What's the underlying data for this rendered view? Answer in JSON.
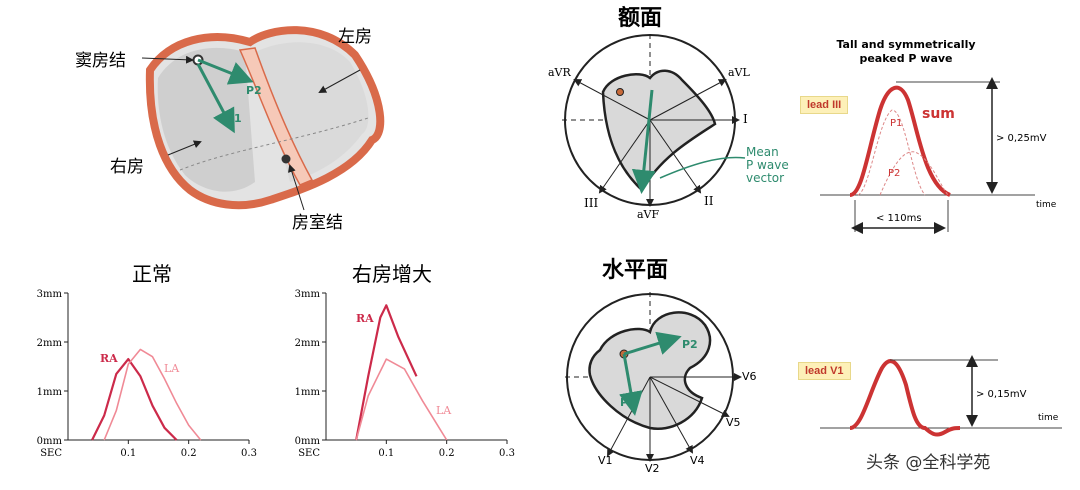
{
  "heart": {
    "sa_node": "窦房结",
    "left_atrium": "左房",
    "right_atrium": "右房",
    "av_node": "房室结",
    "p1": "P1",
    "p2": "P2"
  },
  "frontal": {
    "title": "额面",
    "axes": {
      "avr": "aVR",
      "avl": "aVL",
      "i": "I",
      "ii": "II",
      "iii": "III",
      "avf": "aVF"
    },
    "mean_vector_label": [
      "Mean",
      "P wave",
      "vector"
    ]
  },
  "horizontal": {
    "title": "水平面",
    "axes": {
      "v1": "V1",
      "v2": "V2",
      "v4": "V4",
      "v5": "V5",
      "v6": "V6"
    },
    "p1": "P1",
    "p2": "P2"
  },
  "lead3": {
    "title_line1": "Tall and symmetrically",
    "title_line2": "peaked P wave",
    "lead_label": "lead III",
    "sum": "sum",
    "p1": "P1",
    "p2": "P2",
    "amplitude": "> 0,25mV",
    "duration": "< 110ms",
    "time": "time"
  },
  "leadv1": {
    "lead_label": "lead V1",
    "amplitude": "> 0,15mV",
    "time": "time"
  },
  "watermark": "头条 @全科学苑",
  "chart_data": [
    {
      "type": "line",
      "title": "正常",
      "xlabel": "SEC",
      "ylabel": "",
      "xlim": [
        0,
        0.3
      ],
      "ylim": [
        0,
        3
      ],
      "x_ticks": [
        "0.1",
        "0.2",
        "0.3"
      ],
      "x_tick_values": [
        0.1,
        0.2,
        0.3
      ],
      "y_ticks": [
        "0mm",
        "1mm",
        "2mm",
        "3mm"
      ],
      "y_tick_values": [
        0,
        1,
        2,
        3
      ],
      "colors": {
        "RA": "#cc2a4a",
        "LA": "#f08a96"
      },
      "series": [
        {
          "name": "RA",
          "x": [
            0.04,
            0.06,
            0.08,
            0.1,
            0.12,
            0.14,
            0.16,
            0.18
          ],
          "y": [
            0.0,
            0.5,
            1.35,
            1.65,
            1.3,
            0.7,
            0.25,
            0.0
          ]
        },
        {
          "name": "LA",
          "x": [
            0.06,
            0.08,
            0.1,
            0.12,
            0.14,
            0.16,
            0.18,
            0.2,
            0.22
          ],
          "y": [
            0.0,
            0.6,
            1.55,
            1.85,
            1.7,
            1.25,
            0.75,
            0.3,
            0.0
          ]
        }
      ]
    },
    {
      "type": "line",
      "title": "右房增大",
      "xlabel": "SEC",
      "ylabel": "",
      "xlim": [
        0,
        0.3
      ],
      "ylim": [
        0,
        3
      ],
      "x_ticks": [
        "0.1",
        "0.2",
        "0.3"
      ],
      "x_tick_values": [
        0.1,
        0.2,
        0.3
      ],
      "y_ticks": [
        "0mm",
        "1mm",
        "2mm",
        "3mm"
      ],
      "y_tick_values": [
        0,
        1,
        2,
        3
      ],
      "colors": {
        "RA": "#cc2a4a",
        "LA": "#f08a96"
      },
      "series": [
        {
          "name": "RA",
          "x": [
            0.05,
            0.07,
            0.09,
            0.1,
            0.12,
            0.15
          ],
          "y": [
            0.0,
            1.3,
            2.5,
            2.75,
            2.1,
            1.3
          ]
        },
        {
          "name": "LA",
          "x": [
            0.05,
            0.07,
            0.1,
            0.13,
            0.16,
            0.19,
            0.2
          ],
          "y": [
            0.0,
            0.9,
            1.65,
            1.45,
            0.8,
            0.2,
            0.0
          ]
        }
      ]
    }
  ]
}
